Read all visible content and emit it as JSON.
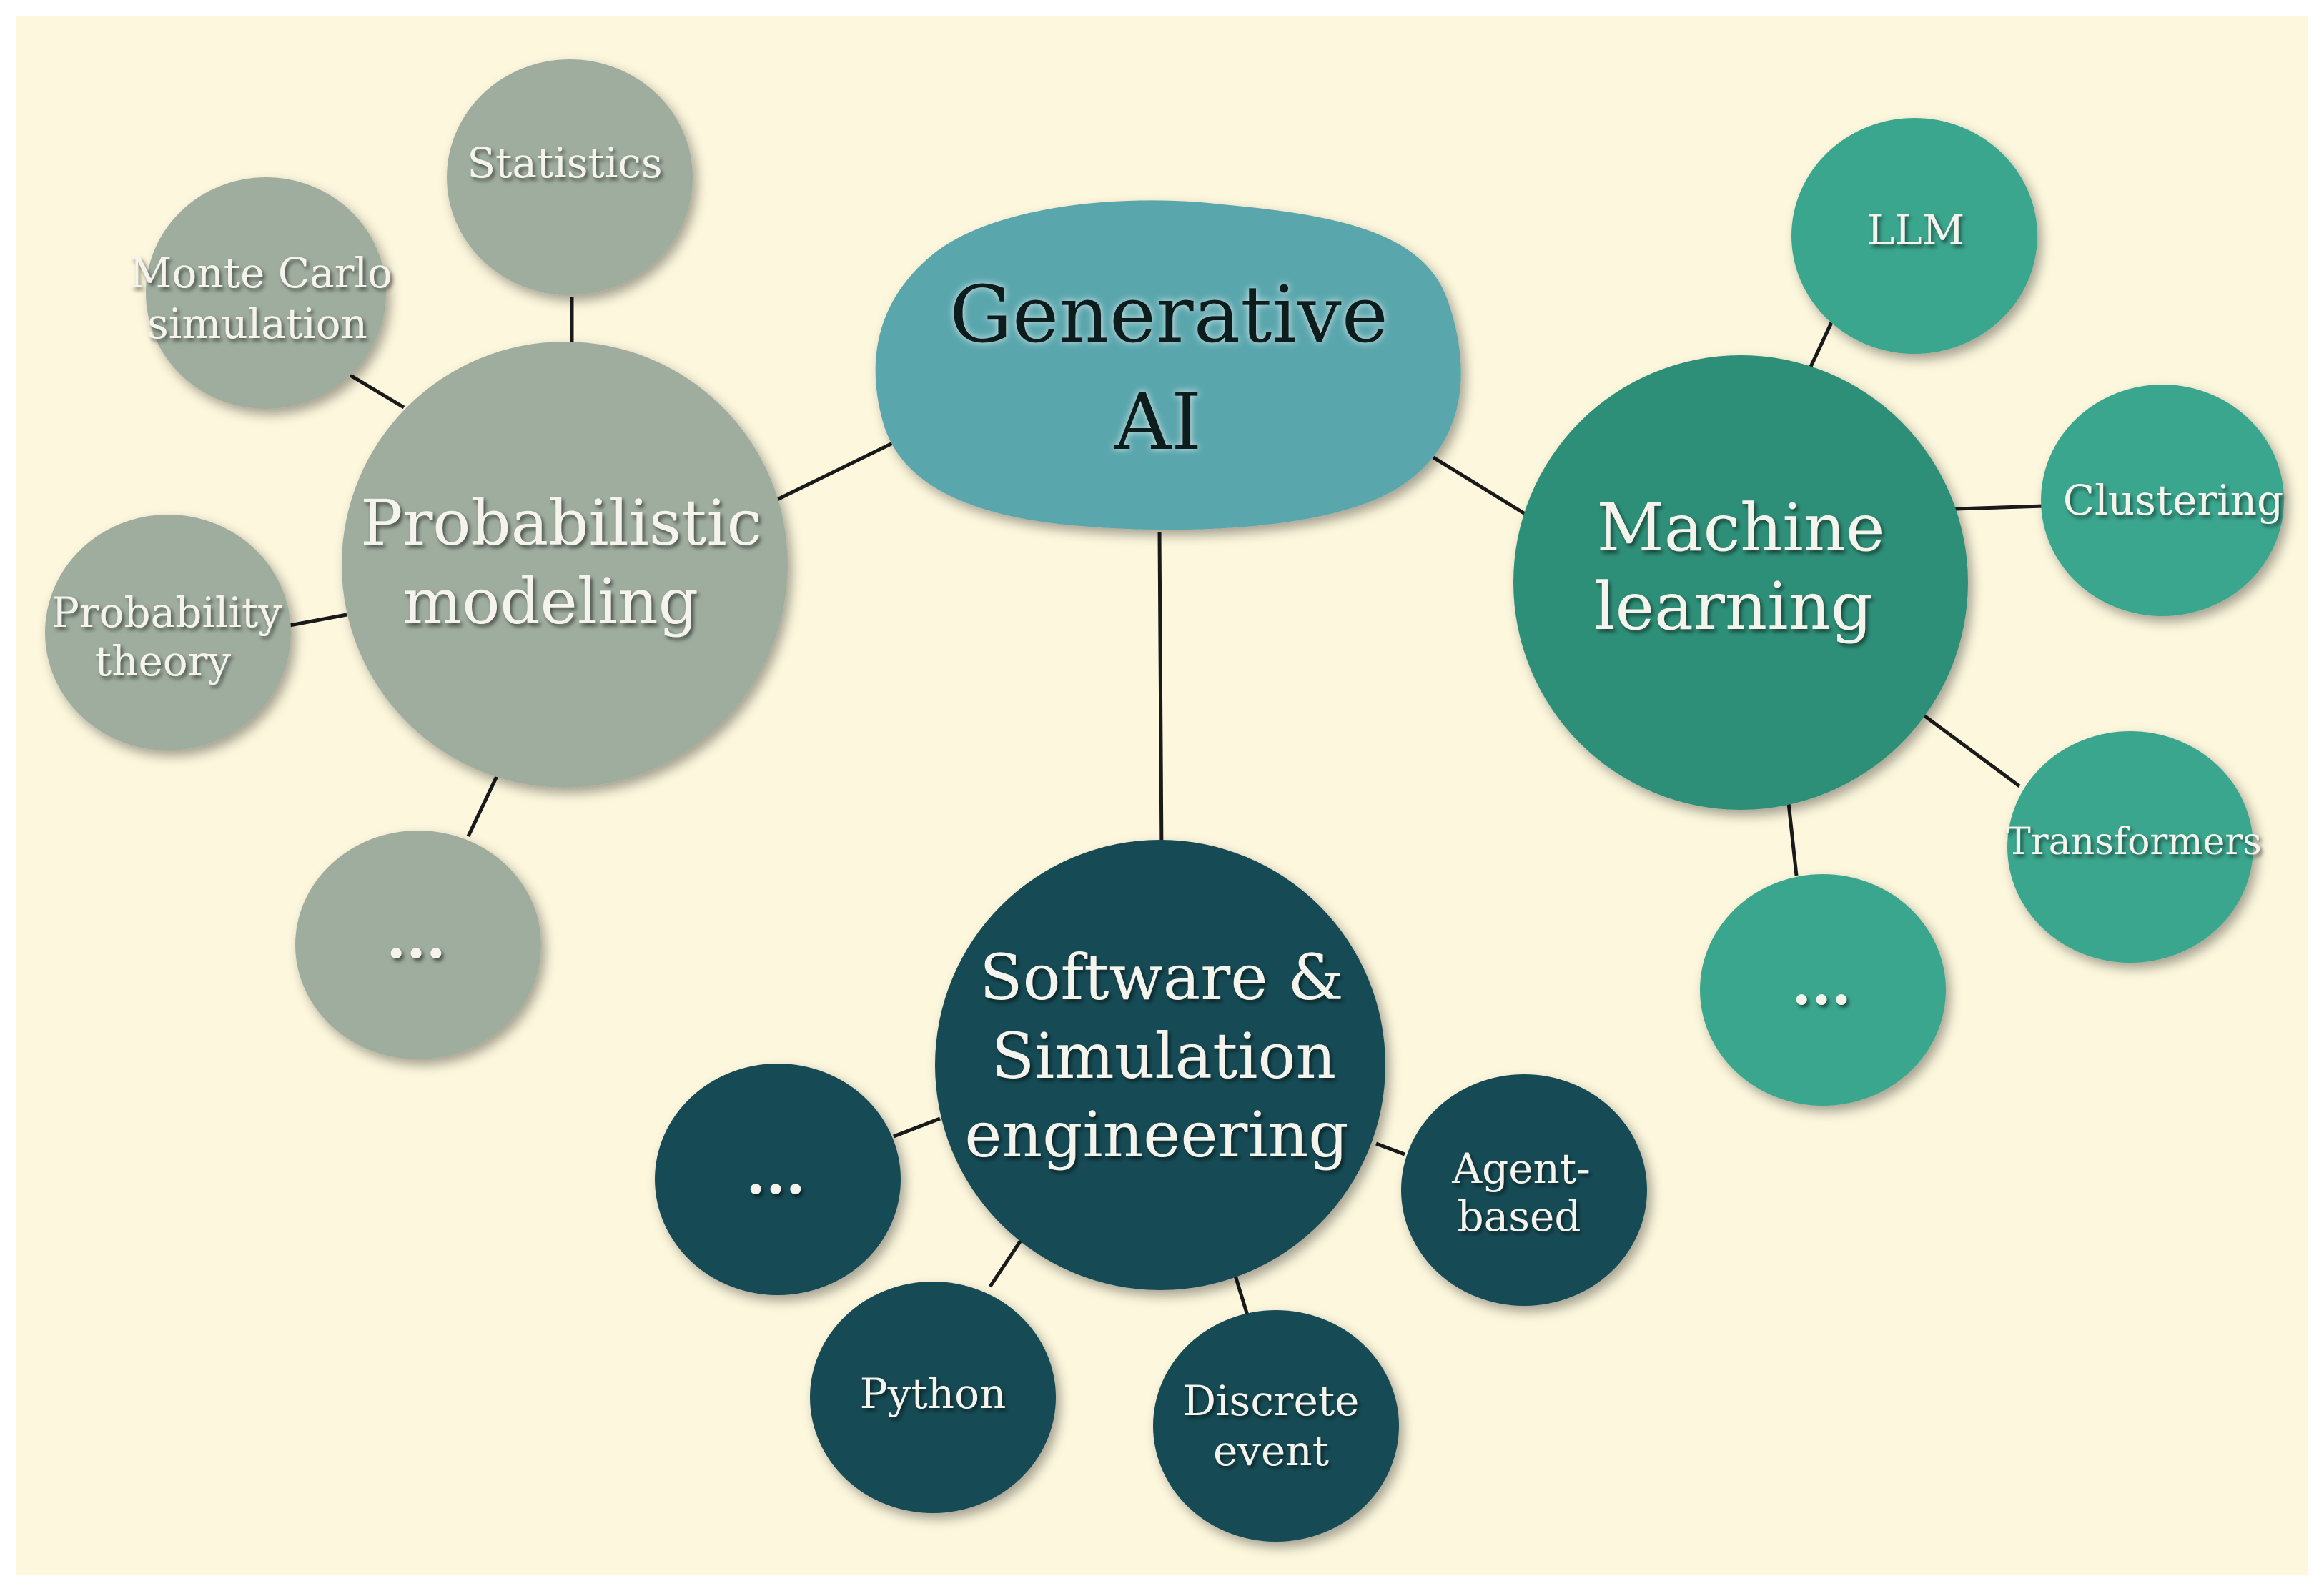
{
  "colors": {
    "background": "#fdf7dd",
    "probabilistic": "#9fad9f",
    "generative": "#5aa6ad",
    "machine_learning_main": "#2d8f78",
    "machine_learning_leaf": "#3aa68e",
    "software": "#144b55",
    "connector": "#1a1a1a",
    "text_light": "#f4f4ec",
    "text_dark": "#0d1a1c"
  },
  "center": {
    "line1": "Generative",
    "line2": "AI"
  },
  "probabilistic": {
    "line1": "Probabilistic",
    "line2": "modeling",
    "leaves": {
      "statistics": "Statistics",
      "monte_carlo_1": "Monte Carlo",
      "monte_carlo_2": "simulation",
      "probability_1": "Probability",
      "probability_2": "theory",
      "more": "..."
    }
  },
  "machine_learning": {
    "line1": "Machine",
    "line2": "learning",
    "leaves": {
      "llm": "LLM",
      "clustering": "Clustering",
      "transformers": "Transformers",
      "more": "..."
    }
  },
  "software": {
    "line1": "Software &",
    "line2": "Simulation",
    "line3": "engineering",
    "leaves": {
      "more": "...",
      "python": "Python",
      "discrete_1": "Discrete",
      "discrete_2": "event",
      "agent_1": "Agent-",
      "agent_2": "based"
    }
  }
}
